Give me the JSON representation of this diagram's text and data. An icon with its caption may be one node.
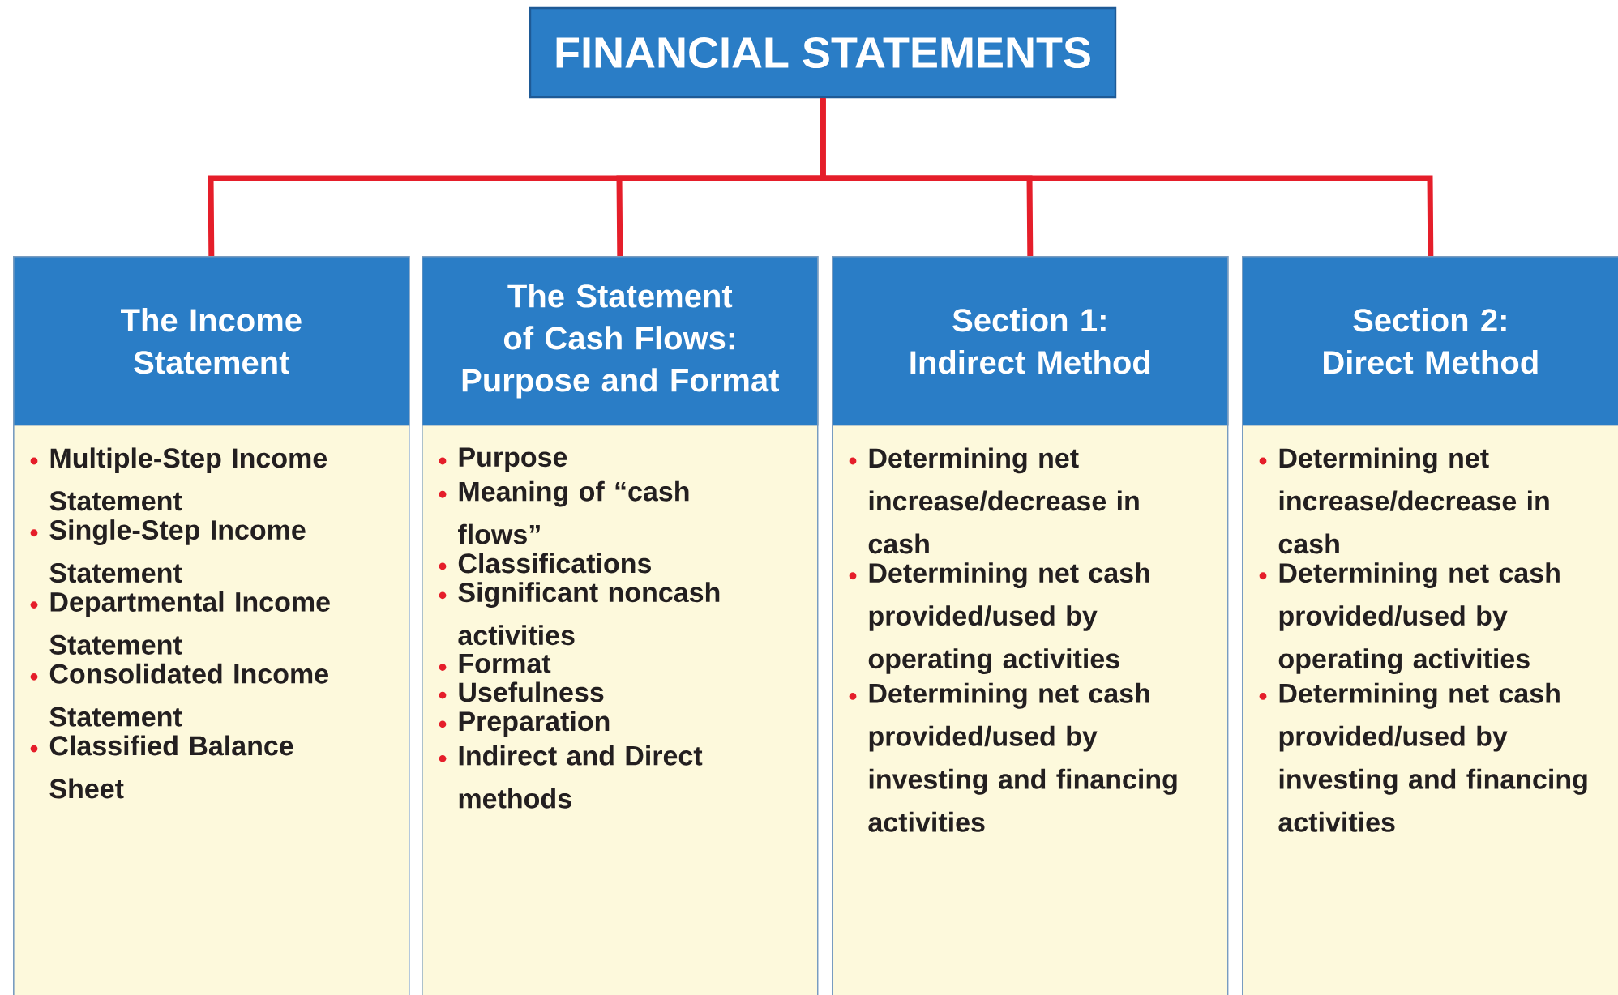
{
  "diagram": {
    "nodes": [
      {
        "text": [
          "FINANCIAL STATEMENTS"
        ]
      },
      {
        "text": [
          "The Income Statement",
          "Multiple-Step Income Statement",
          "Single-Step Income Statement",
          "Departmental Income Statement",
          "Consolidated Income Statement",
          "Classified Balance Sheet"
        ]
      },
      {
        "text": [
          "The Statement of Cash Flows: Purpose and Format",
          "Purpose",
          "Meaning of “cash flows”",
          "Classifications",
          "Significant noncash activities",
          "Format",
          "Usefulness",
          "Preparation",
          "Indirect and Direct methods"
        ]
      },
      {
        "text": [
          "Section 1: Indirect Method",
          "Determining net increase/decrease in cash",
          "Determining net cash provided/used by operating activities",
          "Determining net cash provided/used by investing and financing activities"
        ]
      },
      {
        "text": [
          "Section 2: Direct Method",
          "Determining net increase/decrease in cash",
          "Determining net cash provided/used by operating activities",
          "Determining net cash provided/used by investing and financing activities"
        ]
      }
    ],
    "edges": [
      {
        "from": 0,
        "to": 1,
        "arrow": "none"
      },
      {
        "from": 0,
        "to": 2,
        "arrow": "none"
      },
      {
        "from": 0,
        "to": 3,
        "arrow": "none"
      },
      {
        "from": 0,
        "to": 4,
        "arrow": "none"
      }
    ]
  }
}
